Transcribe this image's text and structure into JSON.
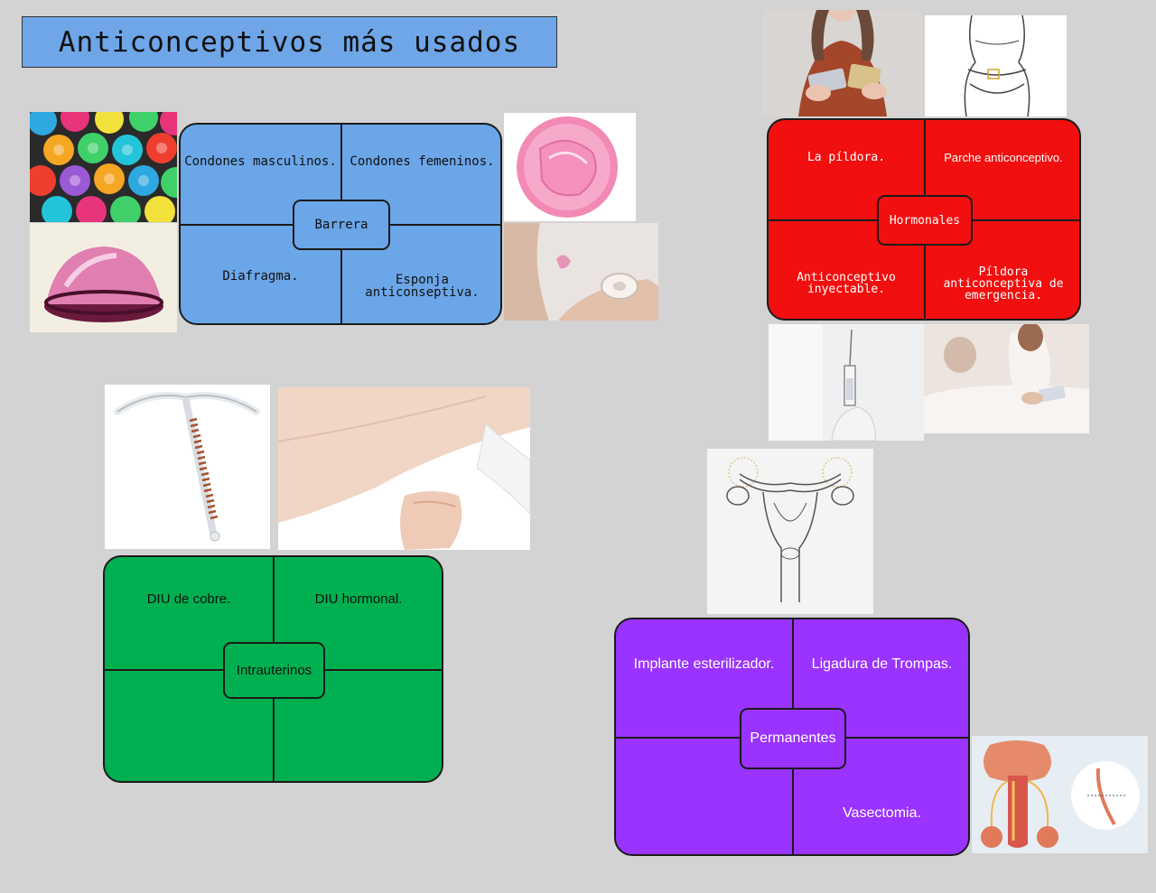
{
  "title": "Anticonceptivos más usados",
  "barrera": {
    "center": "Barrera",
    "tl": "Condones masculinos.",
    "tr": "Condones femeninos.",
    "bl": "Diafragma.",
    "br": "Esponja anticonseptiva."
  },
  "hormonales": {
    "center": "Hormonales",
    "tl": "La píldora.",
    "tr": "Parche anticonceptivo.",
    "bl": "Anticonceptivo inyectable.",
    "br": "Píldora anticonceptiva de emergencia."
  },
  "intrauterinos": {
    "center": "Intrauterinos",
    "tl": "DIU de cobre.",
    "tr": "DIU hormonal."
  },
  "permanentes": {
    "center": "Permanentes",
    "tl": "Implante esterilizador.",
    "tr": "Ligadura de Trompas.",
    "br": "Vasectomia."
  },
  "colors": {
    "barrera": "#6ba6e8",
    "hormonales": "#f20f0f",
    "intrauterinos": "#00b050",
    "permanentes": "#9a33ff",
    "title_bg": "#6ea6e8"
  }
}
